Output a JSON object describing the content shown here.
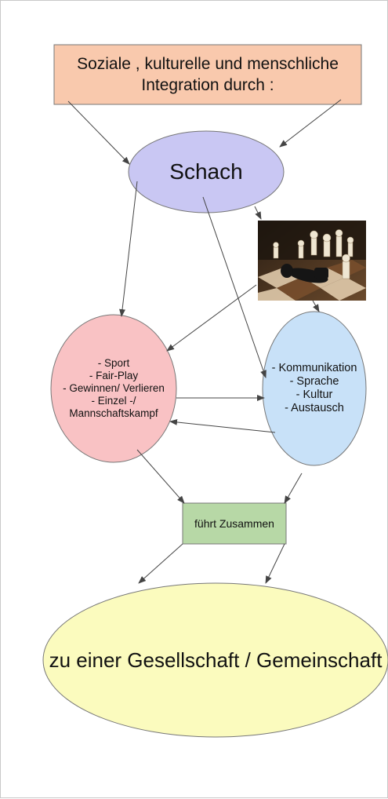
{
  "title_box": {
    "lines": [
      "Soziale , kulturelle und menschliche",
      "Integration durch :"
    ],
    "fill": "#f9c9ad"
  },
  "schach": {
    "label": "Schach",
    "fill": "#c9c7f3"
  },
  "chess_photo": {
    "icon": "chess-pieces-photo"
  },
  "left_ellipse": {
    "lines": [
      "- Sport",
      "- Fair-Play",
      "- Gewinnen/ Verlieren",
      "- Einzel -/",
      "Mannschaftskampf"
    ],
    "fill": "#f9c2c4"
  },
  "right_ellipse": {
    "lines": [
      "- Kommunikation",
      "- Sprache",
      "- Kultur",
      "- Austausch"
    ],
    "fill": "#c8e1f8"
  },
  "fuehrt_box": {
    "label": "führt  Zusammen",
    "fill": "#b7d8a6"
  },
  "bottom_ellipse": {
    "label": "zu einer Gesellschaft / Gemeinschaft",
    "fill": "#fbfbbe"
  },
  "colors": {
    "stroke": "#555555",
    "arrow": "#444444"
  }
}
